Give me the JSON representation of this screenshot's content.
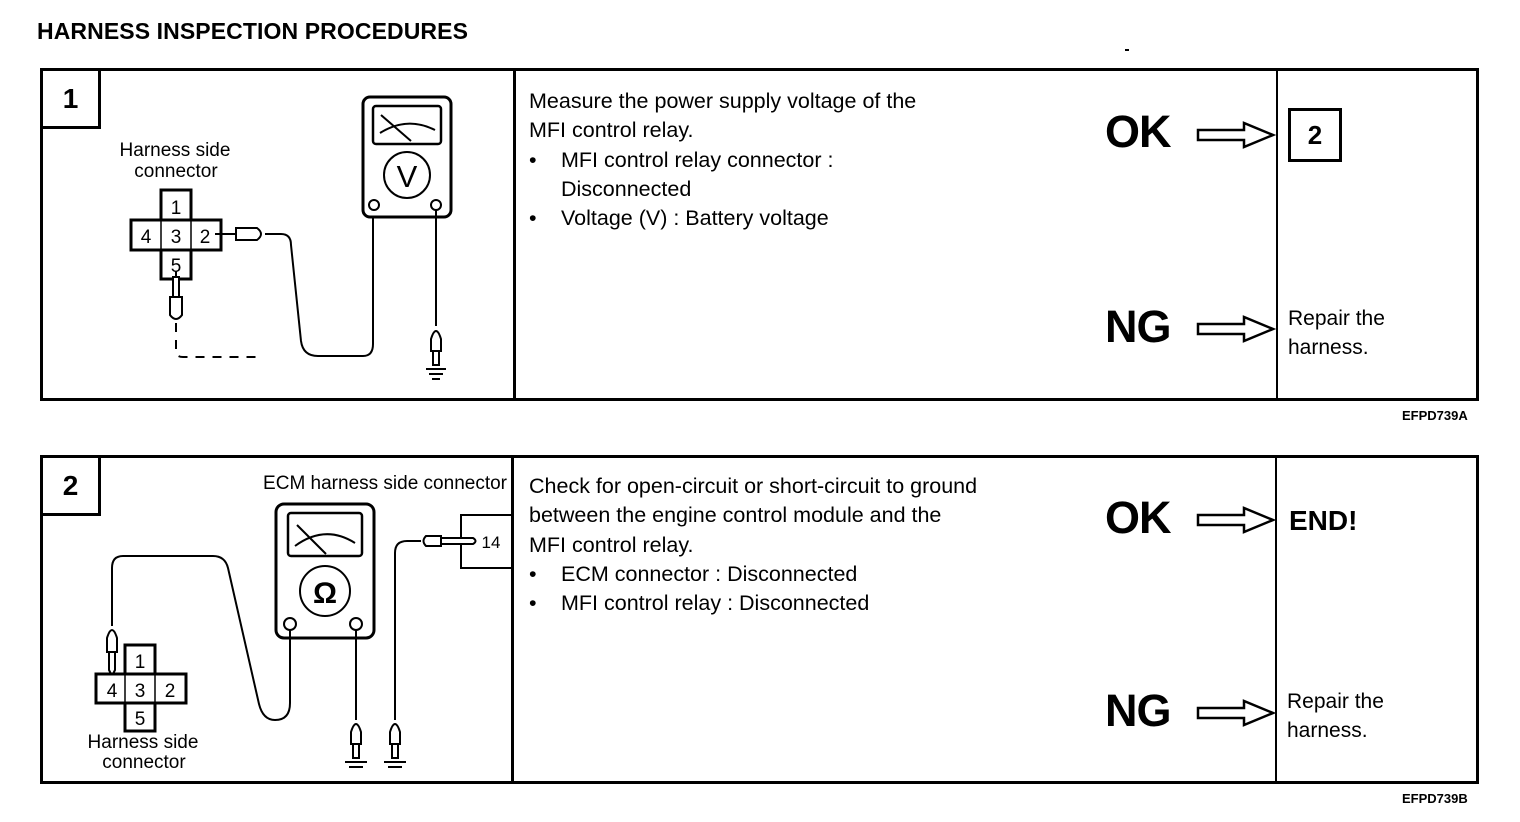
{
  "page": {
    "title": "HARNESS INSPECTION PROCEDURES"
  },
  "steps": [
    {
      "number": "1",
      "diagram": {
        "connector_label_line1": "Harness side",
        "connector_label_line2": "connector",
        "pins": [
          "1",
          "2",
          "3",
          "4",
          "5"
        ],
        "meter_symbol": "V",
        "meter_icon": "voltmeter-icon",
        "ground_icon": "ground-icon"
      },
      "description": {
        "line1": "Measure the power supply voltage of the",
        "line2": "MFI control relay.",
        "bullets": [
          {
            "line1": "MFI control relay connector :",
            "line2": "Disconnected"
          },
          {
            "line1": "Voltage (V) : Battery voltage",
            "line2": ""
          }
        ]
      },
      "ok_label": "OK",
      "ng_label": "NG",
      "ok_result": "2",
      "ng_result_line1": "Repair the",
      "ng_result_line2": "harness.",
      "figure_code": "EFPD739A"
    },
    {
      "number": "2",
      "diagram": {
        "ecm_label": "ECM harness side connector",
        "ecm_pin": "14",
        "connector_label_line1": "Harness side",
        "connector_label_line2": "connector",
        "pins": [
          "1",
          "2",
          "3",
          "4",
          "5"
        ],
        "meter_symbol": "Ω",
        "meter_icon": "ohmmeter-icon",
        "ground_icon": "ground-icon"
      },
      "description": {
        "line1": "Check for open-circuit or short-circuit to ground",
        "line2": "between the engine control module and the",
        "line3": "MFI control relay.",
        "bullets": [
          {
            "line1": "ECM connector : Disconnected"
          },
          {
            "line1": "MFI control relay : Disconnected"
          }
        ]
      },
      "ok_label": "OK",
      "ng_label": "NG",
      "ok_result": "END!",
      "ng_result_line1": "Repair the",
      "ng_result_line2": "harness.",
      "figure_code": "EFPD739B"
    }
  ]
}
